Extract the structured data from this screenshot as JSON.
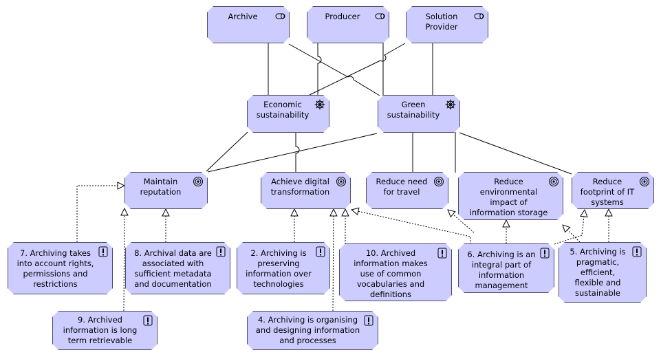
{
  "diagram": {
    "actors": {
      "archive": "Archive",
      "producer": "Producer",
      "solution_provider": "Solution\nProvider"
    },
    "drivers": {
      "economic": "Economic\nsustainability",
      "green": "Green\nsustainability"
    },
    "goals": {
      "maintain_reputation": "Maintain\nreputation",
      "digital_transformation": "Achieve digital\ntransformation",
      "reduce_travel": "Reduce need\nfor travel",
      "reduce_environmental": "Reduce\nenvironmental\nimpact of\ninformation storage",
      "reduce_footprint": "Reduce\nfootprint of IT\nsystems"
    },
    "principles": {
      "p7": "7. Archiving takes\ninto account rights,\npermissions and\nrestrictions",
      "p8": "8. Archival data are\nassociated with\nsufficient metadata\nand documentation",
      "p2": "2. Archiving is\npreserving\ninformation over\ntechnologies",
      "p10": "10. Archived\ninformation makes\nuse of common\nvocabularies and\ndefinitions",
      "p6": "6. Archiving is an\nintegral part of\ninformation\nmanagement",
      "p5": "5. Archiving is\npragmatic,\nefficient,\nflexible and\nsustainable",
      "p9": "9. Archived\ninformation is long\nterm retrievable",
      "p4": "4. Archiving is organising\nand designing information\nand processes"
    },
    "colors": {
      "fill": "#ccccff",
      "border": "#4b4b6b",
      "line": "#000000"
    }
  }
}
